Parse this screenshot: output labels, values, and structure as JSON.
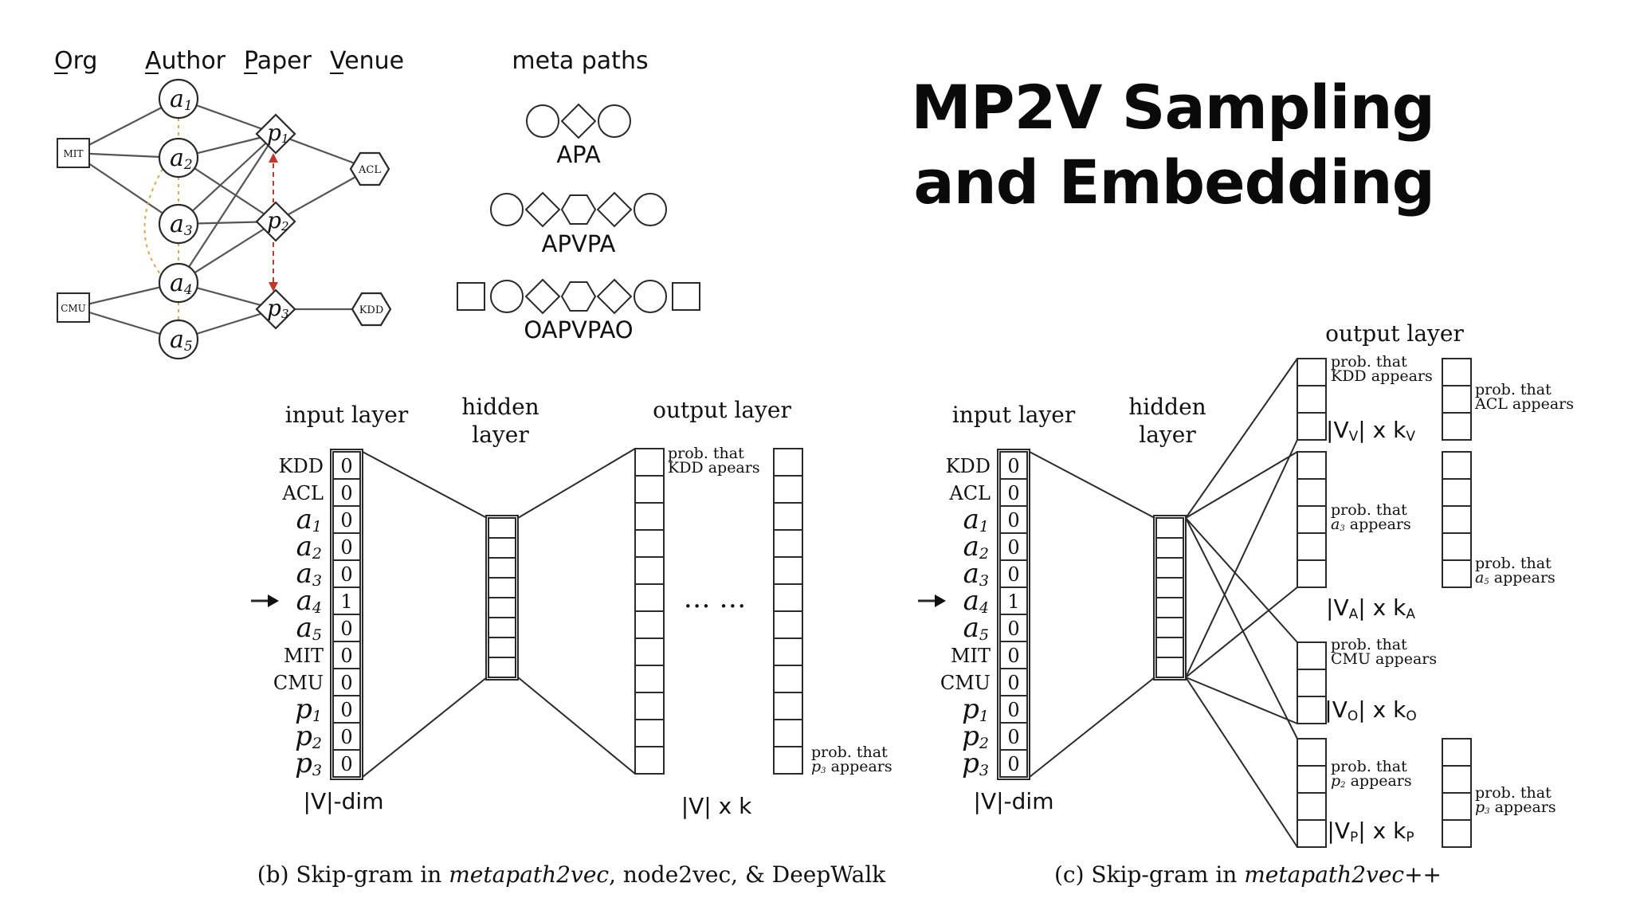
{
  "slide": {
    "title_line1": "MP2V Sampling",
    "title_line2": "and Embedding"
  },
  "graph": {
    "column_headers": [
      "Org",
      "Author",
      "Paper",
      "Venue"
    ],
    "orgs": [
      "MIT",
      "CMU"
    ],
    "authors": [
      "a1",
      "a2",
      "a3",
      "a4",
      "a5"
    ],
    "papers": [
      "p1",
      "p2",
      "p3"
    ],
    "venues": [
      "ACL",
      "KDD"
    ]
  },
  "meta_paths": {
    "heading": "meta paths",
    "paths": [
      {
        "label": "APA",
        "shapes": [
          "circle",
          "diamond",
          "circle"
        ]
      },
      {
        "label": "APVPA",
        "shapes": [
          "circle",
          "diamond",
          "hexagon",
          "diamond",
          "circle"
        ]
      },
      {
        "label": "OAPVPAO",
        "shapes": [
          "square",
          "circle",
          "diamond",
          "hexagon",
          "diamond",
          "circle",
          "square"
        ]
      }
    ]
  },
  "input_vocab": [
    {
      "label": "KDD",
      "value": "0"
    },
    {
      "label": "ACL",
      "value": "0"
    },
    {
      "label": "a",
      "sub": "1",
      "value": "0"
    },
    {
      "label": "a",
      "sub": "2",
      "value": "0"
    },
    {
      "label": "a",
      "sub": "3",
      "value": "0"
    },
    {
      "label": "a",
      "sub": "4",
      "value": "1"
    },
    {
      "label": "a",
      "sub": "5",
      "value": "0"
    },
    {
      "label": "MIT",
      "value": "0"
    },
    {
      "label": "CMU",
      "value": "0"
    },
    {
      "label": "p",
      "sub": "1",
      "value": "0"
    },
    {
      "label": "p",
      "sub": "2",
      "value": "0"
    },
    {
      "label": "p",
      "sub": "3",
      "value": "0"
    }
  ],
  "panel_b": {
    "input_layer": "input layer",
    "hidden_layer_line1": "hidden",
    "hidden_layer_line2": "layer",
    "output_layer": "output layer",
    "dim_label": "|V|-dim",
    "output_dim_label": "|V| x k",
    "ellipsis": "… …",
    "prob_top_line1": "prob. that",
    "prob_top_line2": "KDD apears",
    "prob_bottom_line1": "prob. that",
    "prob_bottom_line2": "p",
    "prob_bottom_sub": "3",
    "prob_bottom_rest": " appears",
    "caption_prefix": "(b)  Skip-gram in ",
    "caption_italic": "metapath2vec",
    "caption_suffix": ", node2vec, & DeepWalk"
  },
  "panel_c": {
    "input_layer": "input layer",
    "hidden_layer_line1": "hidden",
    "hidden_layer_line2": "layer",
    "output_layer": "output layer",
    "dim_label": "|V|-dim",
    "groups": [
      {
        "size_label": "|V",
        "size_sub": "V",
        "k_sub": "V",
        "left_line1": "prob. that",
        "left_line2": "KDD appears",
        "right_line1": "prob. that",
        "right_line2": "ACL appears"
      },
      {
        "size_label": "|V",
        "size_sub": "A",
        "k_sub": "A",
        "left_line1": "prob. that",
        "left_line2": "a",
        "left_sub": "3",
        "left_rest": " appears",
        "right_line1": "prob. that",
        "right_line2": "a",
        "right_sub": "5",
        "right_rest": " appears"
      },
      {
        "size_label": "|V",
        "size_sub": "O",
        "k_sub": "O",
        "left_line1": "prob. that",
        "left_line2": "CMU appears"
      },
      {
        "size_label": "|V",
        "size_sub": "P",
        "k_sub": "P",
        "left_line1": "prob. that",
        "left_line2": "p",
        "left_sub": "2",
        "left_rest": " appears",
        "right_line1": "prob. that",
        "right_line2": "p",
        "right_sub": "3",
        "right_rest": " appears"
      }
    ],
    "caption_prefix": "(c)  Skip-gram in ",
    "caption_italic": "metapath2vec++"
  }
}
